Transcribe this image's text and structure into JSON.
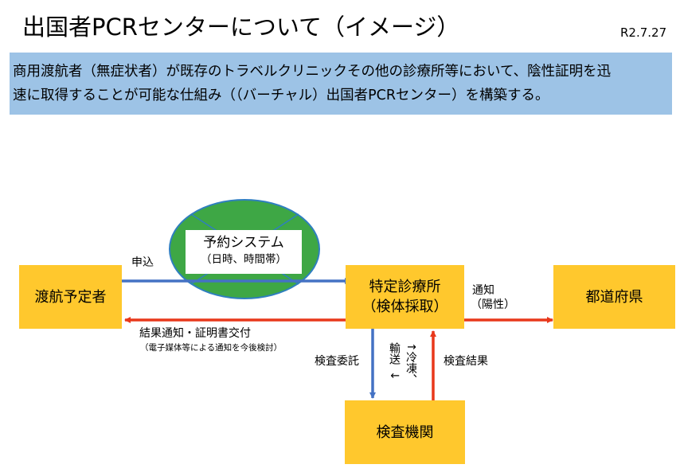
{
  "header": {
    "title": "出国者PCRセンターについて（イメージ）",
    "date": "R2.7.27"
  },
  "banner": {
    "line1": "商用渡航者（無症状者）が既存のトラベルクリニックその他の診療所等において、陰性証明を迅",
    "line2": "速に取得することが可能な仕組み（（バーチャル）出国者PCRセンター）を構築する。"
  },
  "diagram": {
    "nodes": {
      "traveler": "渡航予定者",
      "clinic_line1": "特定診療所",
      "clinic_line2": "（検体採取）",
      "prefecture": "都道府県",
      "lab": "検査機関"
    },
    "reservation_system": {
      "title": "予約システム",
      "subtitle": "（日時、時間帯）"
    },
    "labels": {
      "apply": "申込",
      "notify_line1": "通知",
      "notify_line2": "（陽性）",
      "result_notice": "結果通知・証明書交付",
      "result_note": "（電子媒体等による通知を今後検討）",
      "test_request": "検査委託",
      "transport": "輸送",
      "frozen": "↑冷凍、",
      "transport_arrow": "↓",
      "test_result": "検査結果"
    },
    "colors": {
      "node_fill": "#ffc82d",
      "ellipse_fill": "#3ea745",
      "forward_arrow": "#4472c4",
      "return_arrow": "#e8381b",
      "banner": "#9dc3e6"
    }
  }
}
